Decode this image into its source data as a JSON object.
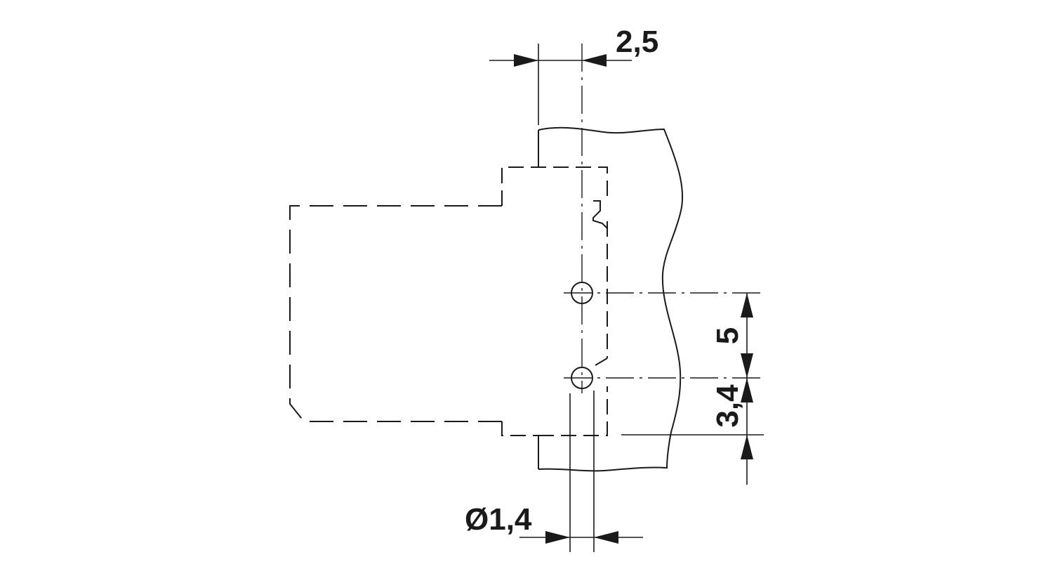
{
  "drawing": {
    "dimensions": {
      "pitch": "2,5",
      "row_spacing": "5",
      "edge_offset": "3,4",
      "hole_diameter": "Ø1,4"
    },
    "colors": {
      "line": "#1a1a1a",
      "background": "#ffffff"
    }
  }
}
